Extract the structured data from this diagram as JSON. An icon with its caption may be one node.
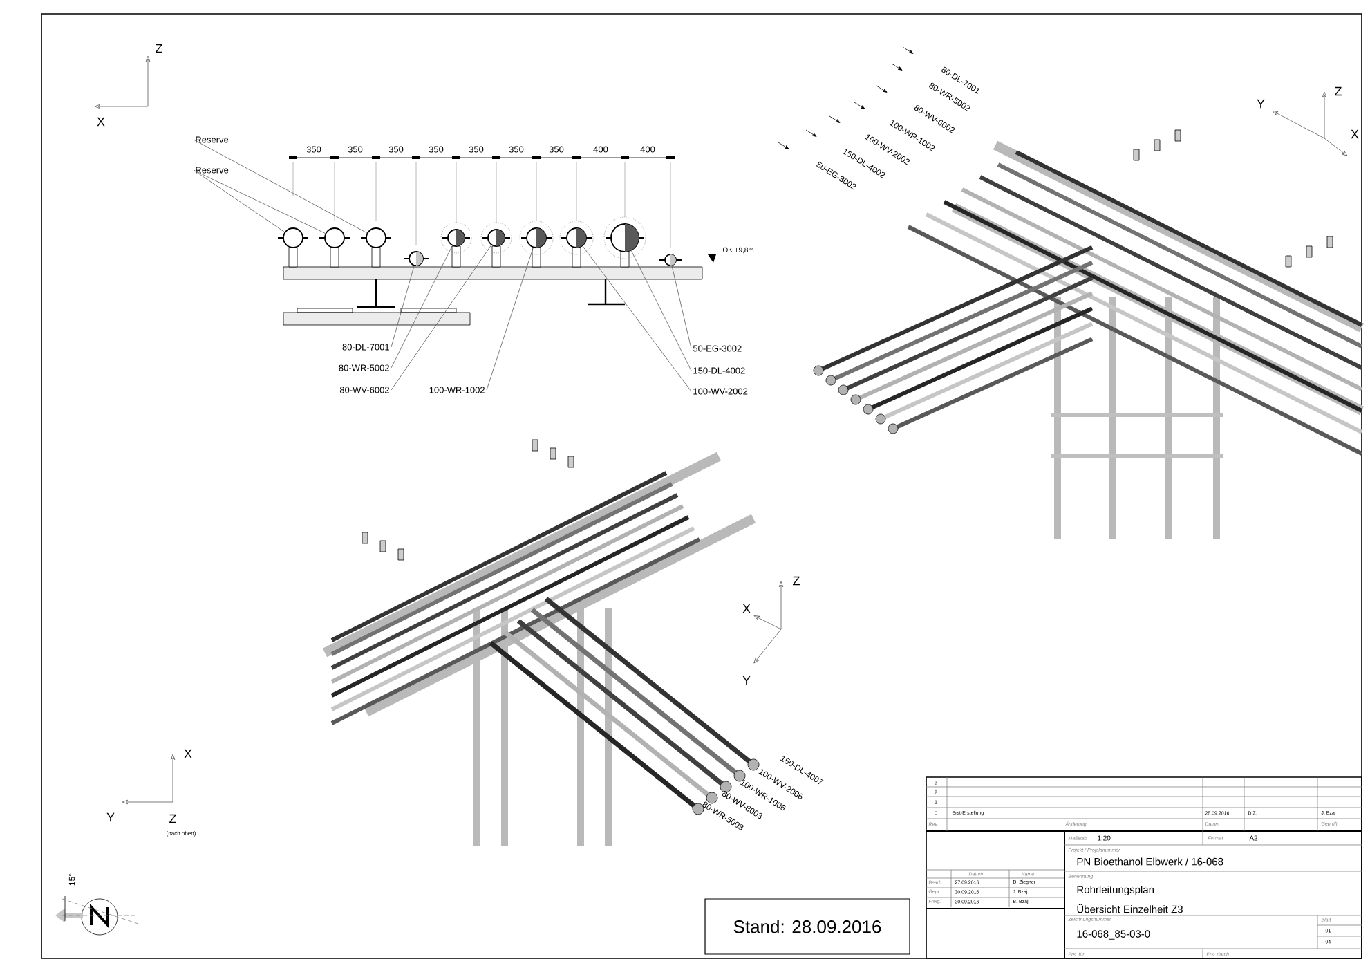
{
  "diagram": {
    "nodes": [
      {
        "text": [],
        "shape": "circle"
      },
      {
        "text": [],
        "shape": "circle"
      },
      {
        "text": [],
        "shape": "circle"
      },
      {
        "text": [],
        "shape": "circle"
      },
      {
        "text": [],
        "shape": "circle"
      },
      {
        "text": [],
        "shape": "circle"
      },
      {
        "text": [],
        "shape": "circle"
      },
      {
        "text": [],
        "shape": "circle"
      },
      {
        "text": [],
        "shape": "circle"
      },
      {
        "text": [],
        "shape": "circle"
      },
      {
        "text": [
          "Reserve"
        ]
      },
      {
        "text": [
          "Reserve"
        ]
      },
      {
        "text": [
          "80-DL-7001"
        ]
      },
      {
        "text": [
          "80-WR-5002"
        ]
      },
      {
        "text": [
          "80-WV-6002"
        ]
      },
      {
        "text": [
          "100-WR-1002"
        ]
      },
      {
        "text": [
          "50-EG-3002"
        ]
      },
      {
        "text": [
          "150-DL-4002"
        ]
      },
      {
        "text": [
          "100-WV-2002"
        ]
      },
      {
        "text": [
          "Stand: 28.09.2016"
        ]
      }
    ],
    "edges": [
      {
        "from": 10,
        "to": 2,
        "arrow": "none"
      },
      {
        "from": 11,
        "to": 0,
        "arrow": "none"
      },
      {
        "from": 11,
        "to": 1,
        "arrow": "none"
      },
      {
        "from": 12,
        "to": 3,
        "arrow": "none"
      },
      {
        "from": 13,
        "to": 4,
        "arrow": "none"
      },
      {
        "from": 14,
        "to": 5,
        "arrow": "none"
      },
      {
        "from": 15,
        "to": 6,
        "arrow": "none"
      },
      {
        "from": 18,
        "to": 7,
        "arrow": "none"
      },
      {
        "from": 17,
        "to": 8,
        "arrow": "none"
      },
      {
        "from": 16,
        "to": 9,
        "arrow": "none"
      }
    ],
    "labels": [
      "Z",
      "X",
      "350",
      "350",
      "350",
      "350",
      "350",
      "350",
      "350",
      "400",
      "400",
      "OK +9,8m",
      "Y",
      "Z",
      "X",
      "80-DL-7001",
      "80-WR-5002",
      "80-WV-6002",
      "100-WR-1002",
      "100-WV-2002",
      "150-DL-4002",
      "50-EG-3002",
      "X",
      "Z",
      "Y",
      "150-DL-4007",
      "100-WV-2006",
      "100-WR-1006",
      "80-WV-8003",
      "80-WR-5003",
      "X",
      "Y",
      "Z",
      "(nach oben)",
      "15°",
      "3",
      "2",
      "1",
      "0",
      "Erst-Erstellung",
      "28.09.2016",
      "D.Z.",
      "J. Bzaj",
      "Rev.",
      "Änderung",
      "Datum",
      "Geprüft",
      "Maßstab",
      "1:20",
      "Format",
      "A2",
      "Projekt / Projektnummer",
      "PN Bioethanol Elbwerk / 16-068",
      "Datum",
      "Name",
      "Benennung",
      "Bearb.",
      "27.09.2016",
      "D. Ziegner",
      "Rohrleitungsplan",
      "Gepr.",
      "30.09.2016",
      "J. Bzaj",
      "Freig.",
      "30.09.2016",
      "B. Bzaj",
      "Übersicht Einzelheit Z3",
      "Zeichnungsnummer",
      "Blatt",
      "01",
      "16-068_85-03-0",
      "04",
      "Ers. für",
      "Ers. durch"
    ]
  }
}
